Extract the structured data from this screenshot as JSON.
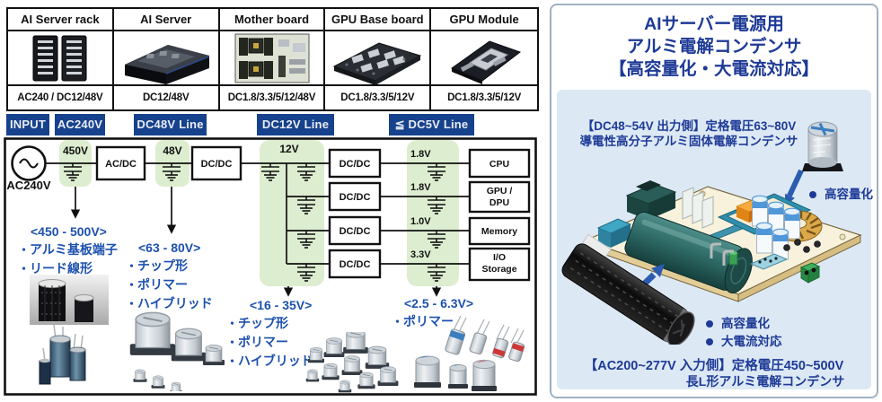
{
  "device_table": {
    "columns": [
      {
        "label": "AI Server rack",
        "voltage": "AC240 / DC12/48V"
      },
      {
        "label": "AI Server",
        "voltage": "DC12/48V"
      },
      {
        "label": "Mother board",
        "voltage": "DC1.8/3.3/5/12/48V"
      },
      {
        "label": "GPU Base board",
        "voltage": "DC1.8/3.3/5/12V"
      },
      {
        "label": "GPU Module",
        "voltage": "DC1.8/3.3/5/12V"
      }
    ]
  },
  "power_diagram": {
    "badges": {
      "input": "INPUT",
      "ac": "AC240V",
      "dc48": "DC48V Line",
      "dc12": "DC12V Line",
      "dc5": "≦ DC5V Line"
    },
    "source_label": "AC240V",
    "labels": {
      "v450": "450V",
      "v48": "48V",
      "v12": "12V",
      "acdc": "AC/DC",
      "dcdc": "DC/DC"
    },
    "rails": [
      {
        "voltage": "1.8V",
        "load_lines": [
          "CPU"
        ]
      },
      {
        "voltage": "1.8V",
        "load_lines": [
          "GPU /",
          "DPU"
        ]
      },
      {
        "voltage": "1.0V",
        "load_lines": [
          "Memory"
        ]
      },
      {
        "voltage": "3.3V",
        "load_lines": [
          "I/O",
          "Storage"
        ]
      }
    ],
    "cap_groups": [
      {
        "range": "<450 - 500V>",
        "items": [
          "アルミ基板端子",
          "リード線形"
        ]
      },
      {
        "range": "<63 - 80V>",
        "items": [
          "チップ形",
          "ポリマー",
          "ハイブリッド"
        ]
      },
      {
        "range": "<16 - 35V>",
        "items": [
          "チップ形",
          "ポリマー",
          "ハイブリッド"
        ]
      },
      {
        "range": "<2.5 - 6.3V>",
        "items": [
          "ポリマー"
        ]
      }
    ]
  },
  "right_panel": {
    "title_lines": [
      "AIサーバー電源用",
      "アルミ電解コンデンサ",
      "【高容量化・大電流対応】"
    ],
    "output_caption_line1": "【DC48~54V 出力側】定格電圧63~80V",
    "output_caption_line2": "導電性高分子アルミ固体電解コンデンサ",
    "output_feature": "高容量化",
    "input_features": [
      "高容量化",
      "大電流対応"
    ],
    "input_caption_line1": "【AC200~277V 入力側】定格電圧450~500V",
    "input_caption_line2": "長L形アルミ電解コンデンサ"
  },
  "colors": {
    "badge_navy": "#16418c",
    "pale_green": "#ddedd0",
    "annotation_blue": "#1d51ae",
    "panel_blue": "#dce9f5",
    "title_navy": "#1e3a96",
    "arrow_blue": "#2b5cb0"
  }
}
